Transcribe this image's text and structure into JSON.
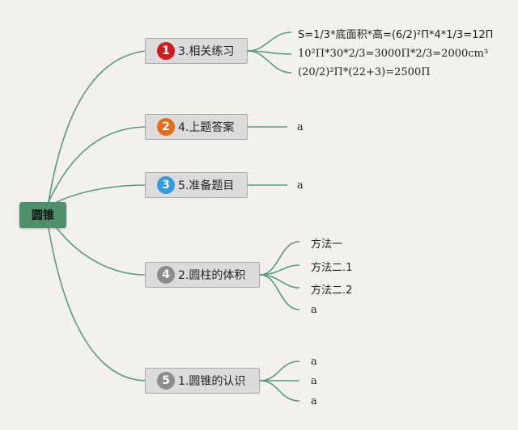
{
  "root": {
    "label": "圆锥"
  },
  "topics": [
    {
      "number": "1",
      "label": "3.相关练习",
      "badge_color": "#d7191c",
      "leaves": [
        "S=1/3*底面积*高=(6/2)²Π*4*1/3=12Π",
        "10²Π*30*2/3=3000Π*2/3=2000cm³",
        "(20/2)²Π*(22+3)=2500Π"
      ]
    },
    {
      "number": "2",
      "label": "4.上题答案",
      "badge_color": "#e46d1c",
      "leaves": [
        "a"
      ]
    },
    {
      "number": "3",
      "label": "5.准备题目",
      "badge_color": "#2f9be0",
      "leaves": [
        "a"
      ]
    },
    {
      "number": "4",
      "label": "2.圆柱的体积",
      "badge_color": "#8c8c8c",
      "leaves": [
        "方法一",
        "方法二.1",
        "方法二.2",
        "a"
      ]
    },
    {
      "number": "5",
      "label": "1.圆锥的认识",
      "badge_color": "#8c8c8c",
      "leaves": [
        "a",
        "a",
        "a"
      ]
    }
  ],
  "colors": {
    "connector": "#5a9a7d",
    "root_fill": "#4f8f6c",
    "topic_fill": "#dcdcdc"
  }
}
